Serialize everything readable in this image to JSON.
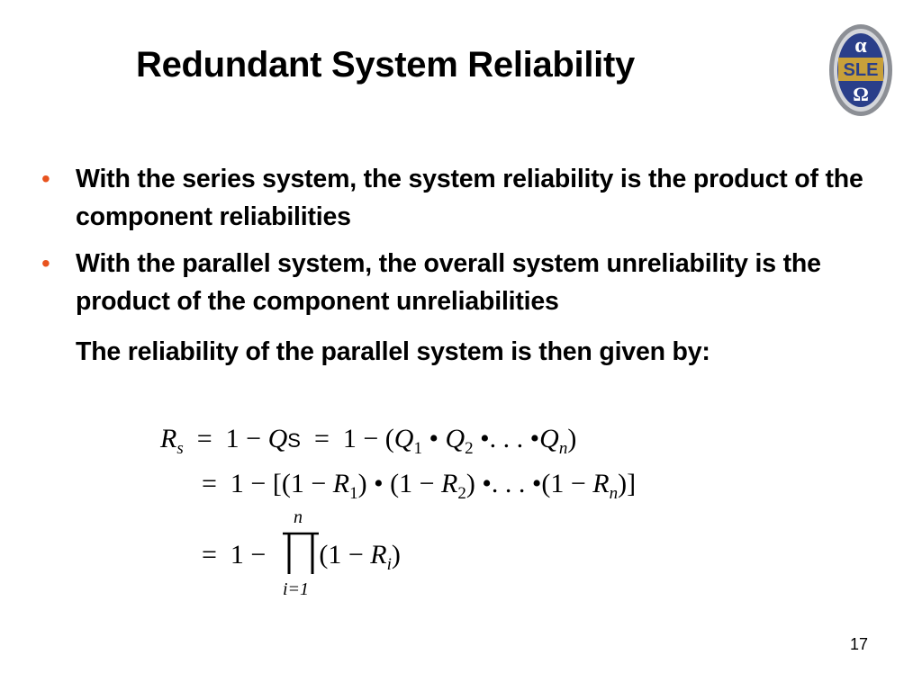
{
  "slide": {
    "title": "Redundant System Reliability",
    "bullets": [
      "With the series system, the system reliability is the product of the component reliabilities",
      "With the parallel system, the overall system unreliability is the product of the component unreliabilities"
    ],
    "note": "The reliability of the parallel system is then given by:",
    "page_number": "17"
  },
  "logo": {
    "letters_top": "α",
    "letters_mid": "SLE",
    "letters_bot": "Ω",
    "colors": {
      "ring": "#8c8f95",
      "face": "#2a3f8a",
      "gold": "#c8a03a"
    }
  },
  "formula": {
    "line1": {
      "R": "R",
      "R_sub": "s",
      "eq": "=",
      "one": "1",
      "minus": "−",
      "Q": "Q",
      "Q_sub": "S",
      "eq2": "=",
      "one2": "1",
      "minus2": "−",
      "open": "(",
      "Q1": "Q",
      "Q1_sub": "1",
      "dot1": "•",
      "Q2": "Q",
      "Q2_sub": "2",
      "dots": "•. . . •",
      "Qn": "Q",
      "Qn_sub": "n",
      "close": ")"
    },
    "line2": {
      "eq": "=",
      "one": "1",
      "minus": "−",
      "bopen": "[",
      "p1": "(1 −",
      "R1": "R",
      "R1_sub": "1",
      "c1": ")",
      "dot1": "•",
      "p2": "(1 −",
      "R2": "R",
      "R2_sub": "2",
      "c2": ")",
      "dots": "•. . . •",
      "p3": "(1 −",
      "Rn": "R",
      "Rn_sub": "n",
      "c3": ")",
      "bclose": "]"
    },
    "line3": {
      "eq": "=",
      "one": "1",
      "minus": "−",
      "upper": "n",
      "lower": "i=1",
      "open": "(1 −",
      "Ri": "R",
      "Ri_sub": "i",
      "close": ")"
    }
  }
}
